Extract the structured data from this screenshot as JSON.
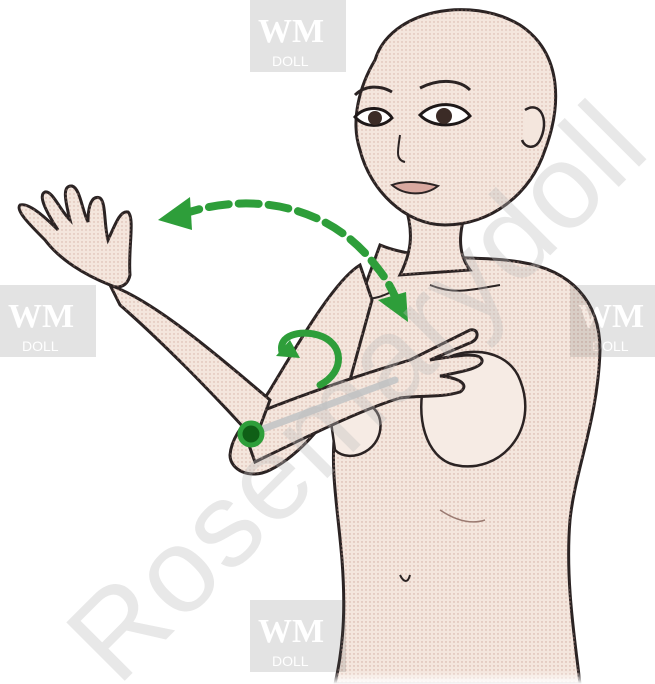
{
  "image": {
    "subject": "illustrated figure demonstrating shoulder and elbow joint movement",
    "colors": {
      "skin": "#f3e3da",
      "skin_shade": "#c9a79b",
      "outline": "#2b2323",
      "accent": "#2e9e3a",
      "joint": "#0f5f16",
      "bone": "#c8c8c8"
    },
    "indicators": [
      {
        "name": "shoulder-swing-arrow",
        "icon": "double-headed-curved-arrow",
        "color": "#2e9e3a"
      },
      {
        "name": "forearm-rotation-arrow",
        "icon": "circular-rotation-arrow",
        "color": "#2e9e3a"
      },
      {
        "name": "elbow-joint-marker",
        "icon": "joint-dot",
        "color": "#2e9e3a"
      }
    ]
  },
  "watermarks": {
    "diagonal_text": "Rosemarydoll",
    "logo_text": "DOLL",
    "logo_letters": "WM"
  }
}
